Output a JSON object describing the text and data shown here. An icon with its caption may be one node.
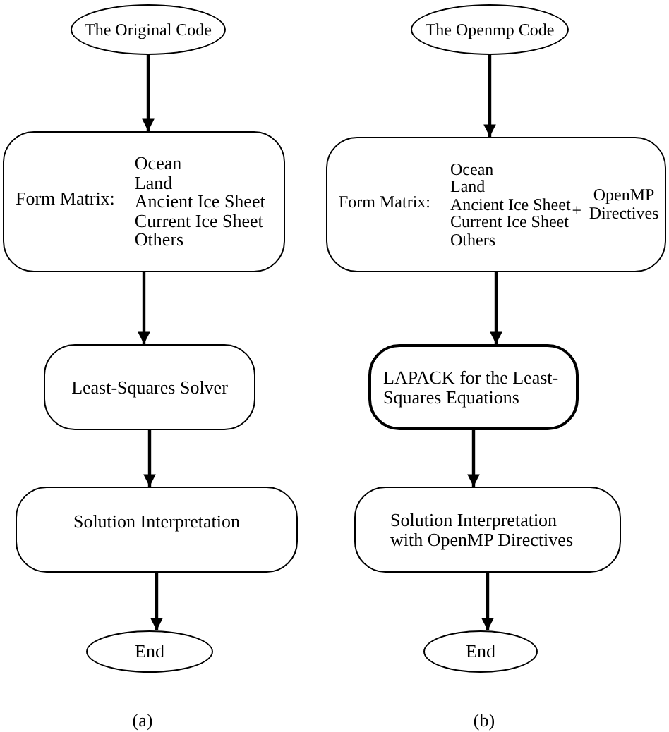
{
  "diagram": {
    "nodes": [
      {
        "text": [
          "The  Original Code"
        ]
      },
      {
        "text": [
          "Form Matrix:",
          "Ocean",
          "Land",
          "Ancient Ice Sheet",
          "Current Ice Sheet",
          "Others"
        ]
      },
      {
        "text": [
          "Least-Squares Solver"
        ]
      },
      {
        "text": [
          "Solution Interpretation"
        ]
      },
      {
        "text": [
          "End"
        ]
      },
      {
        "text": [
          "The  Openmp Code"
        ]
      },
      {
        "text": [
          "Form Matrix:",
          "Ocean",
          "Land",
          "Ancient Ice Sheet",
          "Current Ice Sheet",
          "Others",
          "+",
          "OpenMP Directives"
        ]
      },
      {
        "text": [
          "LAPACK for the Least-Squares Equations"
        ]
      },
      {
        "text": [
          "Solution Interpretation with OpenMP Directives"
        ]
      },
      {
        "text": [
          "End"
        ]
      }
    ],
    "edges": [
      {
        "from": 0,
        "to": 1,
        "arrow": "to"
      },
      {
        "from": 1,
        "to": 2,
        "arrow": "to"
      },
      {
        "from": 2,
        "to": 3,
        "arrow": "to"
      },
      {
        "from": 3,
        "to": 4,
        "arrow": "to"
      },
      {
        "from": 5,
        "to": 6,
        "arrow": "to"
      },
      {
        "from": 6,
        "to": 7,
        "arrow": "to"
      },
      {
        "from": 7,
        "to": 8,
        "arrow": "to"
      },
      {
        "from": 8,
        "to": 9,
        "arrow": "to"
      }
    ],
    "labels": [
      "(a)",
      "(b)"
    ]
  }
}
